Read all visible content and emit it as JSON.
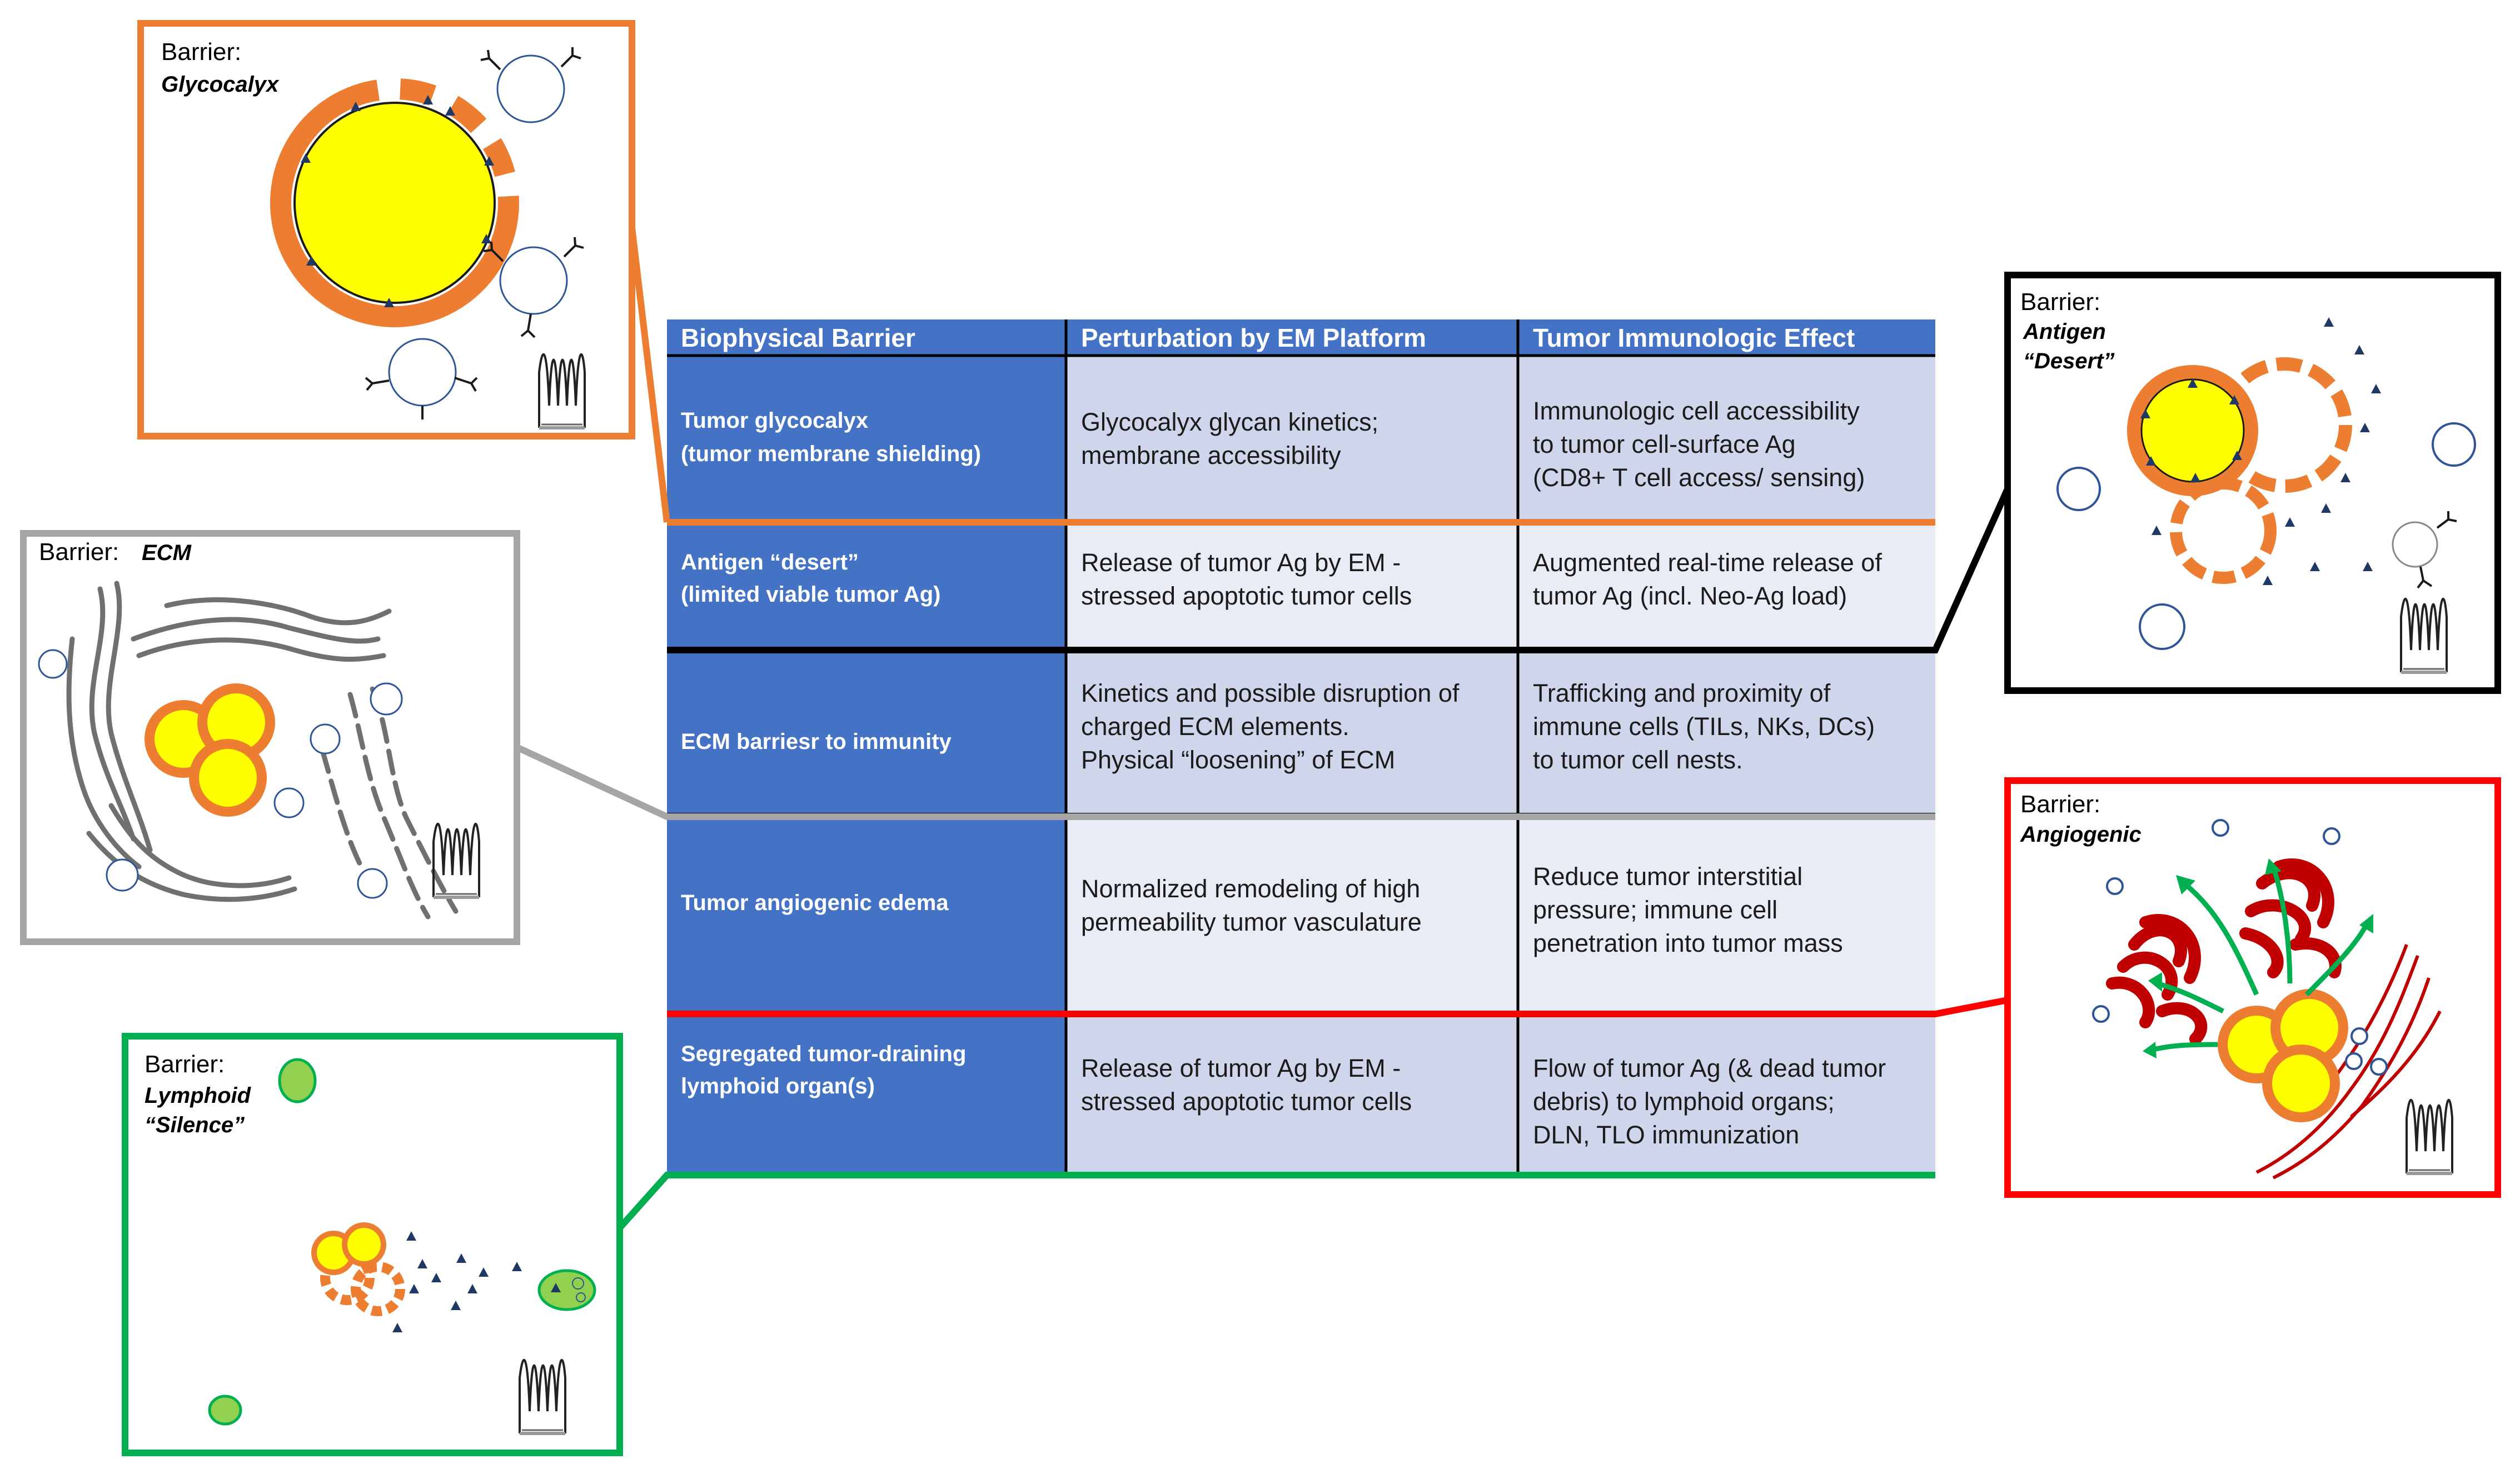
{
  "table": {
    "headers": [
      "Biophysical Barrier",
      "Perturbation by EM Platform",
      "Tumor Immunologic Effect"
    ],
    "rows": [
      {
        "barrier": [
          "Tumor glycocalyx",
          "(tumor membrane shielding)"
        ],
        "perturbation": [
          "Glycocalyx glycan kinetics;",
          "membrane accessibility"
        ],
        "effect": [
          "Immunologic cell accessibility",
          "to tumor cell-surface Ag",
          "(CD8+ T cell access/ sensing)"
        ]
      },
      {
        "barrier": [
          "Antigen “desert”",
          "(limited viable tumor Ag)"
        ],
        "perturbation": [
          "Release of tumor Ag by EM -",
          "stressed apoptotic tumor cells"
        ],
        "effect": [
          "Augmented real-time release of",
          "tumor Ag (incl. Neo-Ag load)"
        ]
      },
      {
        "barrier": [
          "ECM barriesr to immunity"
        ],
        "perturbation": [
          "Kinetics and possible disruption of",
          "charged ECM elements.",
          "Physical “loosening” of ECM"
        ],
        "effect": [
          "Trafficking and proximity of",
          "immune cells (TILs, NKs, DCs)",
          "to tumor cell nests."
        ]
      },
      {
        "barrier": [
          "Tumor angiogenic edema"
        ],
        "perturbation": [
          "Normalized remodeling of high",
          "permeability tumor vasculature"
        ],
        "effect": [
          "Reduce tumor interstitial",
          "pressure; immune cell",
          "penetration into tumor mass"
        ]
      },
      {
        "barrier": [
          "Segregated tumor-draining",
          "lymphoid organ(s)"
        ],
        "perturbation": [
          "Release of tumor Ag by EM -",
          "stressed apoptotic tumor cells"
        ],
        "effect": [
          "Flow of tumor Ag (& dead tumor",
          "debris) to lymphoid organs;",
          "DLN, TLO immunization"
        ]
      }
    ]
  },
  "panels": {
    "glycocalyx": {
      "prefix": "Barrier:",
      "name": "Glycocalyx"
    },
    "ecm": {
      "prefix": "Barrier:",
      "name": "ECM"
    },
    "lymphoid": {
      "prefix": "Barrier:",
      "name1": "Lymphoid",
      "name2": "“Silence”"
    },
    "antigen": {
      "prefix": "Barrier:",
      "name1": "Antigen",
      "name2": "“Desert”"
    },
    "angiogenic": {
      "prefix": "Barrier:",
      "name": "Angiogenic"
    }
  },
  "colors": {
    "table_blue": "#4472c4",
    "cell_light1": "#cfd5ea",
    "cell_light2": "#e9ebf5",
    "orange": "#ed7d31",
    "black": "#000000",
    "gray": "#a5a5a5",
    "red": "#ff0000",
    "green": "#00b050",
    "tumor_yellow": "#ffff00",
    "vessel_red": "#c00000"
  },
  "icons": [
    "tumor-cell-icon",
    "immune-cell-icon",
    "em-waveform-icon",
    "vessel-icon",
    "arrow-icon",
    "lymph-node-icon",
    "antigen-triangle-icon"
  ]
}
